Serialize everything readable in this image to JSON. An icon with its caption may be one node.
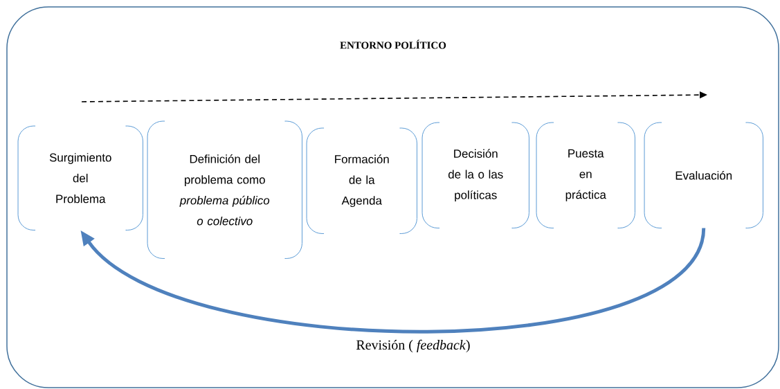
{
  "diagram": {
    "nodes": [
      {
        "text": [
          "ENTORNO POLÍTICO"
        ]
      },
      {
        "text": [
          "Surgimiento del Problema"
        ],
        "in": 0
      },
      {
        "text": [
          "Definición del problema como *problema público o colectivo*"
        ],
        "in": 0
      },
      {
        "text": [
          "Formación de la Agenda"
        ],
        "in": 0
      },
      {
        "text": [
          "Decisión de la o las políticas"
        ],
        "in": 0
      },
      {
        "text": [
          "Puesta en práctica"
        ],
        "in": 0
      },
      {
        "text": [
          "Evaluación"
        ],
        "in": 0
      }
    ],
    "edges": [
      {
        "from": 6,
        "to": 1,
        "arrow": "to",
        "label": "Revisión ( *feedback*)"
      }
    ]
  }
}
